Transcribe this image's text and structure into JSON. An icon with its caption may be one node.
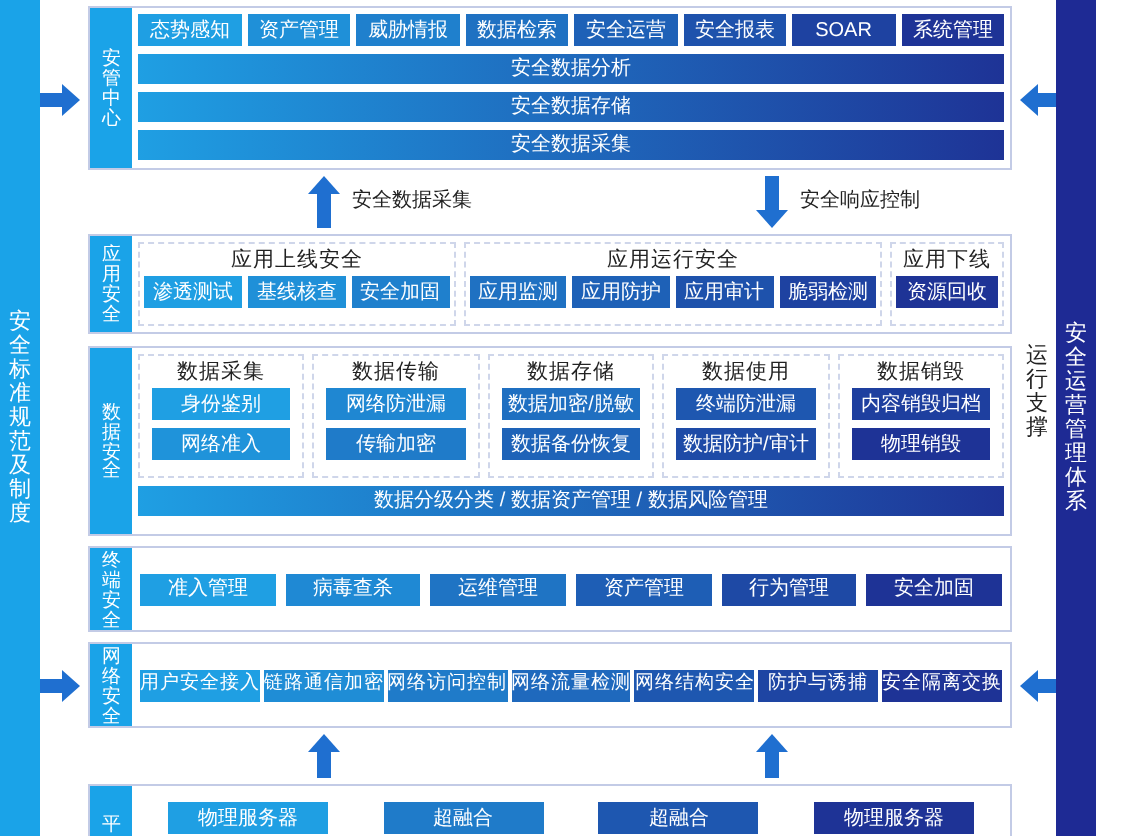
{
  "diagram": {
    "nodes": [
      {
        "text": [
          "安全标准规范及制度"
        ]
      },
      {
        "text": [
          "安管中心"
        ]
      },
      {
        "text": [
          "态势感知"
        ],
        "in": 1
      },
      {
        "text": [
          "资产管理"
        ],
        "in": 1
      },
      {
        "text": [
          "威胁情报"
        ],
        "in": 1
      },
      {
        "text": [
          "数据检索"
        ],
        "in": 1
      },
      {
        "text": [
          "安全运营"
        ],
        "in": 1
      },
      {
        "text": [
          "安全报表"
        ],
        "in": 1
      },
      {
        "text": [
          "SOAR"
        ],
        "in": 1
      },
      {
        "text": [
          "系统管理"
        ],
        "in": 1
      },
      {
        "text": [
          "安全数据分析"
        ],
        "in": 1
      },
      {
        "text": [
          "安全数据存储"
        ],
        "in": 1
      },
      {
        "text": [
          "安全数据采集"
        ],
        "in": 1
      },
      {
        "text": [
          "应用安全"
        ]
      },
      {
        "text": [
          "应用上线安全"
        ],
        "in": 13
      },
      {
        "text": [
          "渗透测试"
        ],
        "in": 14
      },
      {
        "text": [
          "基线核查"
        ],
        "in": 14
      },
      {
        "text": [
          "安全加固"
        ],
        "in": 14
      },
      {
        "text": [
          "应用运行安全"
        ],
        "in": 13
      },
      {
        "text": [
          "应用监测"
        ],
        "in": 18
      },
      {
        "text": [
          "应用防护"
        ],
        "in": 18
      },
      {
        "text": [
          "应用审计"
        ],
        "in": 18
      },
      {
        "text": [
          "脆弱检测"
        ],
        "in": 18
      },
      {
        "text": [
          "应用下线"
        ],
        "in": 13
      },
      {
        "text": [
          "资源回收"
        ],
        "in": 23
      },
      {
        "text": [
          "数据安全"
        ]
      },
      {
        "text": [
          "数据采集"
        ],
        "in": 25
      },
      {
        "text": [
          "身份鉴别"
        ],
        "in": 26
      },
      {
        "text": [
          "网络准入"
        ],
        "in": 26
      },
      {
        "text": [
          "数据传输"
        ],
        "in": 25
      },
      {
        "text": [
          "网络防泄漏"
        ],
        "in": 29
      },
      {
        "text": [
          "传输加密"
        ],
        "in": 29
      },
      {
        "text": [
          "数据存储"
        ],
        "in": 25
      },
      {
        "text": [
          "数据加密/脱敏"
        ],
        "in": 32
      },
      {
        "text": [
          "数据备份恢复"
        ],
        "in": 32
      },
      {
        "text": [
          "数据使用"
        ],
        "in": 25
      },
      {
        "text": [
          "终端防泄漏"
        ],
        "in": 35
      },
      {
        "text": [
          "数据防护/审计"
        ],
        "in": 35
      },
      {
        "text": [
          "数据销毁"
        ],
        "in": 25
      },
      {
        "text": [
          "内容销毁归档"
        ],
        "in": 38
      },
      {
        "text": [
          "物理销毁"
        ],
        "in": 38
      },
      {
        "text": [
          "数据分级分类 / 数据资产管理 / 数据风险管理"
        ],
        "in": 25
      },
      {
        "text": [
          "终端安全"
        ]
      },
      {
        "text": [
          "准入管理"
        ],
        "in": 42
      },
      {
        "text": [
          "病毒查杀"
        ],
        "in": 42
      },
      {
        "text": [
          "运维管理"
        ],
        "in": 42
      },
      {
        "text": [
          "资产管理"
        ],
        "in": 42
      },
      {
        "text": [
          "行为管理"
        ],
        "in": 42
      },
      {
        "text": [
          "安全加固"
        ],
        "in": 42
      },
      {
        "text": [
          "网络安全"
        ]
      },
      {
        "text": [
          "用户安全接入"
        ],
        "in": 49
      },
      {
        "text": [
          "链路通信加密"
        ],
        "in": 49
      },
      {
        "text": [
          "网络访问控制"
        ],
        "in": 49
      },
      {
        "text": [
          "网络流量检测"
        ],
        "in": 49
      },
      {
        "text": [
          "网络结构安全"
        ],
        "in": 49
      },
      {
        "text": [
          "防护与诱捕"
        ],
        "in": 49
      },
      {
        "text": [
          "安全隔离交换"
        ],
        "in": 49
      },
      {
        "text": [
          "平"
        ]
      },
      {
        "text": [
          "物理服务器"
        ],
        "in": 57
      },
      {
        "text": [
          "超融合"
        ],
        "in": 57
      },
      {
        "text": [
          "超融合"
        ],
        "in": 57
      },
      {
        "text": [
          "物理服务器"
        ],
        "in": 57
      },
      {
        "text": [
          "安全运营管理体系"
        ],
        "beside": [
          "运行支撑"
        ]
      }
    ],
    "edges": [
      {
        "from": 0,
        "to": 1,
        "arrow": "to"
      },
      {
        "from": 0,
        "to": 49,
        "arrow": "to"
      },
      {
        "from": 62,
        "to": 1,
        "arrow": "to"
      },
      {
        "from": 62,
        "to": 49,
        "arrow": "to"
      },
      {
        "from": 13,
        "to": 1,
        "arrow": "to",
        "label": "安全数据采集"
      },
      {
        "from": 1,
        "to": 13,
        "arrow": "to",
        "label": "安全响应控制"
      },
      {
        "from": 57,
        "to": 49,
        "arrow": "to"
      },
      {
        "from": 57,
        "to": 49,
        "arrow": "to"
      }
    ]
  }
}
